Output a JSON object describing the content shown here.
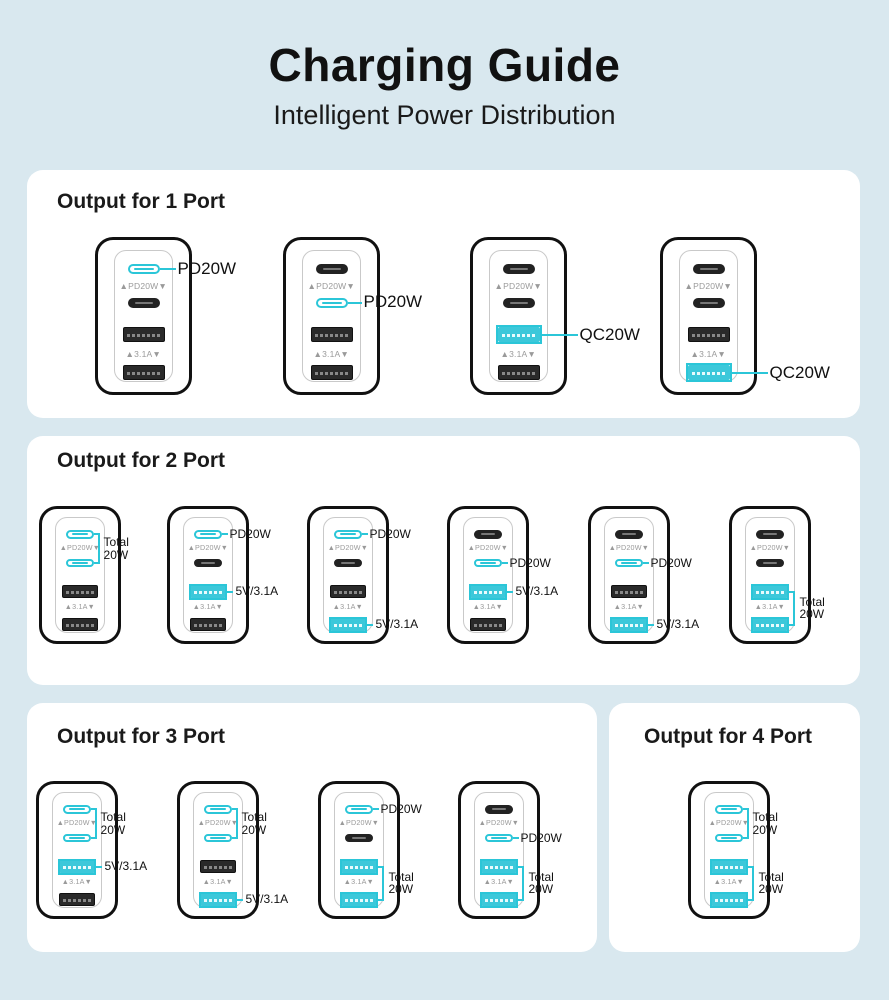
{
  "header": {
    "title": "Charging Guide",
    "subtitle": "Intelligent Power Distribution"
  },
  "sections": {
    "one_port": {
      "title": "Output for 1 Port"
    },
    "two_port": {
      "title": "Output for 2 Port"
    },
    "three_port": {
      "title": "Output for 3 Port"
    },
    "four_port": {
      "title": "Output for 4 Port"
    }
  },
  "port_labels": {
    "pd": "▲PD20W▼",
    "a": "▲3.1A▼"
  },
  "labels": {
    "pd20w": "PD20W",
    "qc20w": "QC20W",
    "v31a": "5V/3.1A",
    "total": "Total",
    "total_w": "20W"
  },
  "colors": {
    "accent": "#2bc6d8",
    "background": "#d9e8ef",
    "panel": "#ffffff"
  }
}
